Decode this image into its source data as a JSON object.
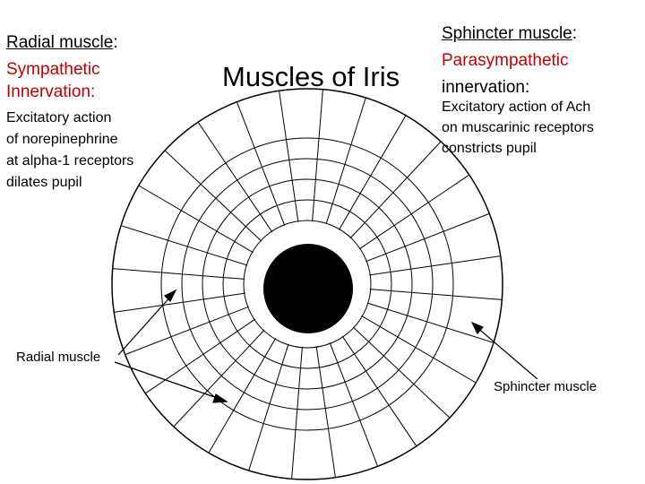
{
  "title": "Muscles of Iris",
  "left_panel": {
    "heading": "Radial muscle",
    "heading_colon": ":",
    "innervation_line1": "Sympathetic",
    "innervation_line2": "Innervation:",
    "description": [
      "Excitatory action",
      "of norepinephrine",
      "at alpha-1 receptors",
      "dilates pupil"
    ]
  },
  "right_panel": {
    "heading": "Sphincter muscle",
    "heading_colon": ":",
    "innervation_line1": "Parasympathetic",
    "innervation_line2": "innervation:",
    "description": [
      "Excitatory action of Ach",
      "on muscarinic receptors",
      "constricts pupil"
    ]
  },
  "labels": {
    "radial": "Radial muscle",
    "sphincter": "Sphincter  muscle"
  },
  "colors": {
    "innervation_text": "#c00000",
    "pupil": "#000000",
    "lines": "#000000"
  }
}
